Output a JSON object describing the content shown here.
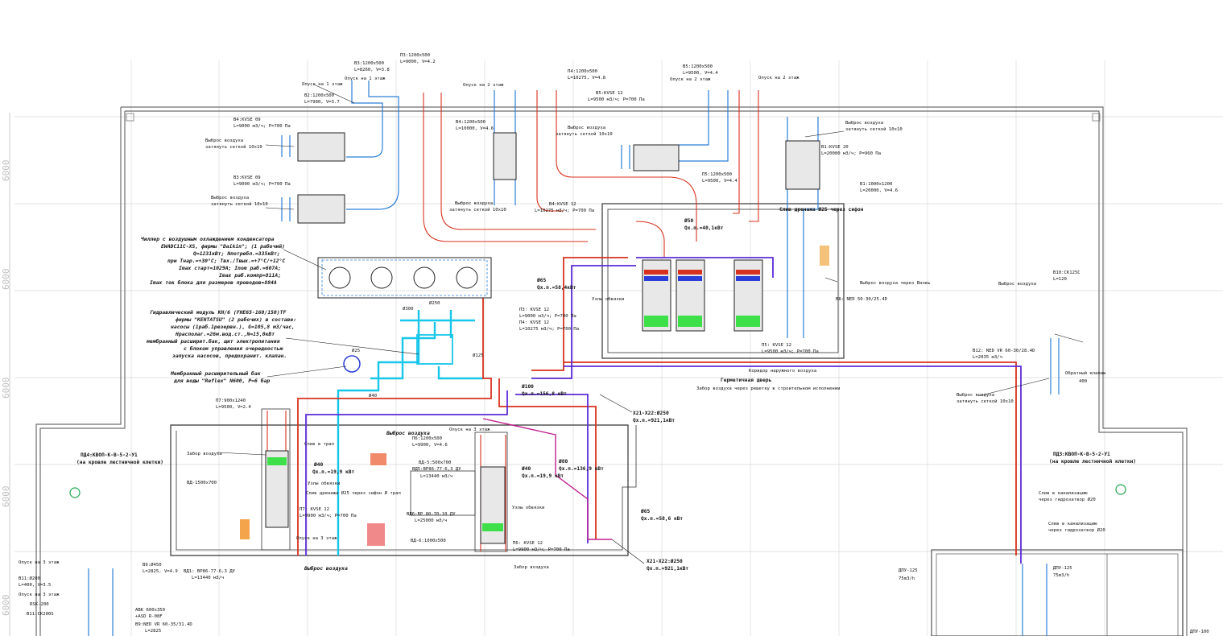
{
  "dimensions": {
    "grid": [
      "6000",
      "6000",
      "6000",
      "6000",
      "6000"
    ]
  },
  "units": [
    {
      "tag": "B4:KVSE 09",
      "spec": "L=9000 м3/ч; P=700 Па"
    },
    {
      "tag": "B3:KVSE 09",
      "spec": "L=9000 м3/ч; P=700 Па"
    },
    {
      "tag": "B4:KVSE 12",
      "spec": "L=10275 м3/ч; P=700 Па"
    },
    {
      "tag": "B5:KVSE 12",
      "spec": "L=9500 м3/ч; P=700 Па"
    },
    {
      "tag": "B1:KVSE 20",
      "spec": "L=20000 м3/ч; P=960 Па"
    },
    {
      "tag": "П7: KVSE 12",
      "spec": "L=9900 м3/ч; P=700 Па"
    },
    {
      "tag": "П6: KVSE 12",
      "spec": "L=9900 м3/ч; P=700 Па"
    },
    {
      "tag": "П5: KVSE 12",
      "spec": "L=9500 м3/ч; P=700 Па"
    },
    {
      "tag": "П3: KVSE 12",
      "spec": "L=9000 м3/ч; P=700 Па"
    },
    {
      "tag": "П4: KVSE 12",
      "spec": "L=10275 м3/ч; P=700 Па"
    }
  ],
  "ducts": [
    {
      "size": "B3:1200x500",
      "flow": "L=8260, V=3.8"
    },
    {
      "size": "П3:1200x500",
      "flow": "L=9000, V=4.2"
    },
    {
      "size": "B2:1200x500",
      "flow": "L=7900, V=3.7"
    },
    {
      "size": "B4:1200x500",
      "flow": "L=10000, V=4.6"
    },
    {
      "size": "П4:1200x500",
      "flow": "L=10275, V=4.8"
    },
    {
      "size": "B5:1200x500",
      "flow": "L=9500, V=4.4"
    },
    {
      "size": "П5:1200x500",
      "flow": "L=9500, V=4.4"
    },
    {
      "size": "B1:1000x1200",
      "flow": "L=20000, V=4.6"
    },
    {
      "size": "П7:900x1240",
      "flow": "L=9500, V=2.4"
    },
    {
      "size": "П6:1200x500",
      "flow": "L=9900, V=4.6"
    }
  ],
  "notes": {
    "exhaust_1": "Опуск на 1 этаж",
    "exhaust_2": "Опуск на 2 этаж",
    "grille": "Выброс воздуха",
    "grille_sub": "затянуть сеткой 10x10",
    "drain": "Слив дренажа Ø25 через сифон",
    "intake": "Забор воздуха",
    "exhaust_air": "Выброс воздуха",
    "corridor": "Коридор наружного воздуха",
    "hermetic_door": "Герметичная дверь",
    "intake_grid": "Забор воздуха через решетку в строительном исполнении",
    "opusk_3": "Опуск на 3 этаж",
    "units_nodes": "Узлы обвязки",
    "drop_floor": "Слив в трап"
  },
  "chiller": {
    "title": "Чиллер с воздушным охлаждением конденсатора",
    "lines": [
      "EWADC11C-XS, фирмы \"Daikin\"; (1 рабочий)",
      "Q=1231кВт; Nпотребл.=335кВт;",
      "при Tнар.=+30°C; Tвх./Tвых.=+7°C/+12°C",
      "Imax старт=1029А; Inom раб.=607А;",
      "Imax раб.компр=811А;",
      "Imax ток блока для размеров проводов=884А"
    ]
  },
  "hydro": {
    "title": "Гидравлический модуль KH/6 (FHE65-160/150)TF",
    "lines": [
      "фирмы \"KENTATSU\" (2 рабочих) в составе:",
      "насосы (1раб.1резервн.), G=105,8 м3/час,",
      "Hрасполаг.=26м.вод.ст.,N=15,0кВт",
      "мембранный расширит.бак, щит электропитания",
      "с блоком управления очередностью",
      "запуска насосов, предохранит. клапан."
    ]
  },
  "tank": {
    "title": "Мембранный расширительный бак",
    "line": "для воды \"Reflex\" N600, P=6 бар"
  },
  "pipes": [
    {
      "d": "Ø300"
    },
    {
      "d": "Ø250"
    },
    {
      "d": "Ø125"
    },
    {
      "d": "Ø25"
    },
    {
      "d": "Ø40"
    },
    {
      "d": "Ø100",
      "q": "Qх.п.=156,8 кВт"
    },
    {
      "d": "Ø65",
      "q": "Qх.п.=58,4кВт"
    },
    {
      "d": "Ø50",
      "q": "Qх.п.=40,1кВт"
    },
    {
      "d": "Ø80",
      "q": "Qх.п.=136,9 кВт"
    },
    {
      "d": "Ø65",
      "q": "Qх.п.=58,6 кВт"
    },
    {
      "d": "X21-X22:Ø250",
      "q": "Qх.п.=921,1кВт"
    }
  ],
  "stairs": [
    {
      "tag": "ПД4:КВОП-К-В-5-2-У1",
      "sub": "(на кровле лестничной клетки)"
    },
    {
      "tag": "ПД3:КВОП-К-В-5-2-У1",
      "sub": "(на кровле лестничной клетки)"
    }
  ],
  "right_notes": {
    "valve": "Обратный клапан",
    "valve_d": "400",
    "dpu": "ДПУ-125",
    "dpu_flow": "75m3/h",
    "dpu2": "ДПУ-100",
    "sink": "Слив в канализацию",
    "sink_sub": "через гидрозатвор Ø20",
    "b12": "B12: NED VR 60-30/28.4D",
    "b12_flow": "L=2035 м3/ч",
    "b8": "B8: NED 50-30/25.4D",
    "b8_note": "Выброс воздуха через Вновь",
    "b10": "B10:CK125C",
    "b10_l": "L=120"
  },
  "bottom": {
    "vd": "ВД1: ВР86-77-6,3 ДУ",
    "vd_flow": "L=13440 м3/ч",
    "vd_size": "ВД-1500x700",
    "b9": "B9:Ø450",
    "b9_flow": "L=2825, V=4.9",
    "b11": "B11:Ø200",
    "b11_flow": "L=400, V=3.5",
    "rsk": "RSK-200",
    "b11c": "B11:CK200S",
    "avk": "ABK 600x350",
    "avk2": "+ASD R-08F",
    "b9ned": "B9:NED VR 60-35/31.4D",
    "b9ned_l": "L=2825",
    "vd6": "ВД-6:1000x500",
    "vd6b": "ВД6:ВР 80-70-10 ДУ",
    "vd6b_flow": "L=25000 м3/ч",
    "vd5": "ВД-5:500x700",
    "vd5b": "ВД5:ВР86-77-6,3 ДУ",
    "vd5b_flow": "L=13440 м3/ч",
    "drain_ok": "Слив дренажа Ø25 через сифон Ø трап",
    "q40": "Ø40",
    "q40v": "Qх.п.=19,9 кВт"
  }
}
